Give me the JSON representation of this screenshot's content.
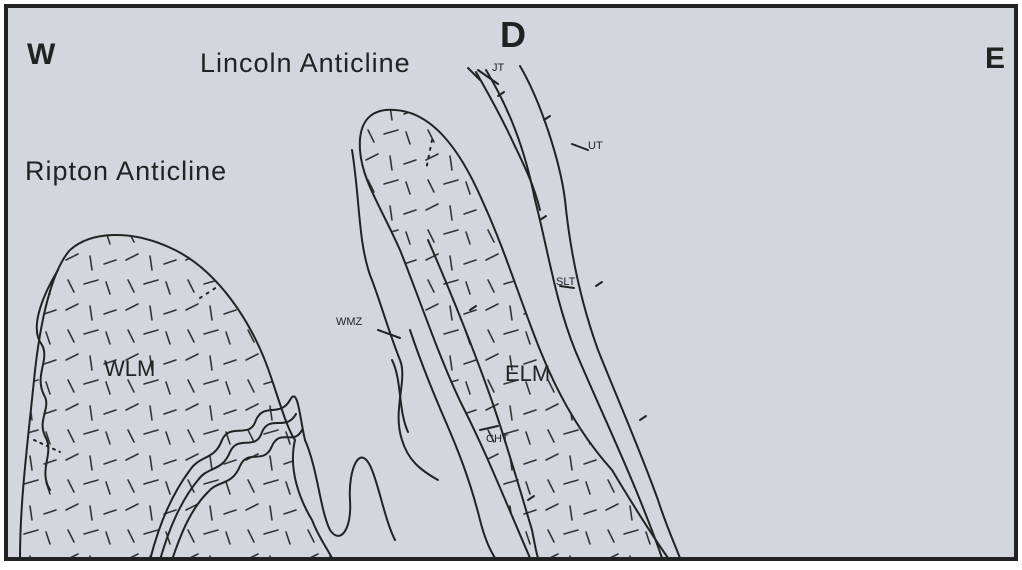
{
  "diagram": {
    "section_letter": "D",
    "west_label": "W",
    "east_label": "E",
    "structures": {
      "lincoln": "Lincoln Anticline",
      "ripton": "Ripton Anticline"
    },
    "units": {
      "wlm": "WLM",
      "elm": "ELM"
    },
    "faults": {
      "jt": "JT",
      "ut": "UT",
      "slt": "SLT",
      "wmz": "WMZ",
      "cht": "CHT"
    },
    "colors": {
      "background": "#d3d6dc",
      "ink": "#222222",
      "frame": "#222222"
    }
  }
}
